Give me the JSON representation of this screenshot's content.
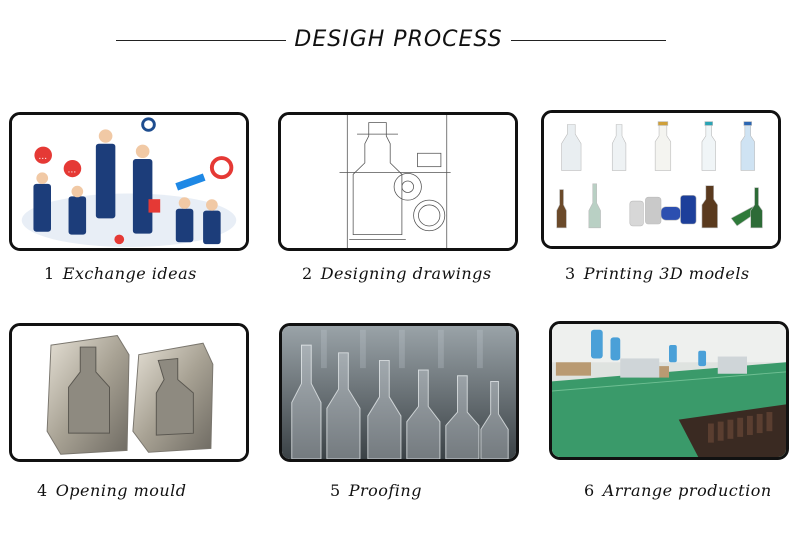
{
  "header": {
    "title": "DESIGH PROCESS"
  },
  "steps": [
    {
      "number": "1",
      "label": "Exchange ideas"
    },
    {
      "number": "2",
      "label": "Designing drawings"
    },
    {
      "number": "3",
      "label": "Printing 3D models"
    },
    {
      "number": "4",
      "label": "Opening mould"
    },
    {
      "number": "5",
      "label": "Proofing"
    },
    {
      "number": "6",
      "label": "Arrange production"
    }
  ]
}
